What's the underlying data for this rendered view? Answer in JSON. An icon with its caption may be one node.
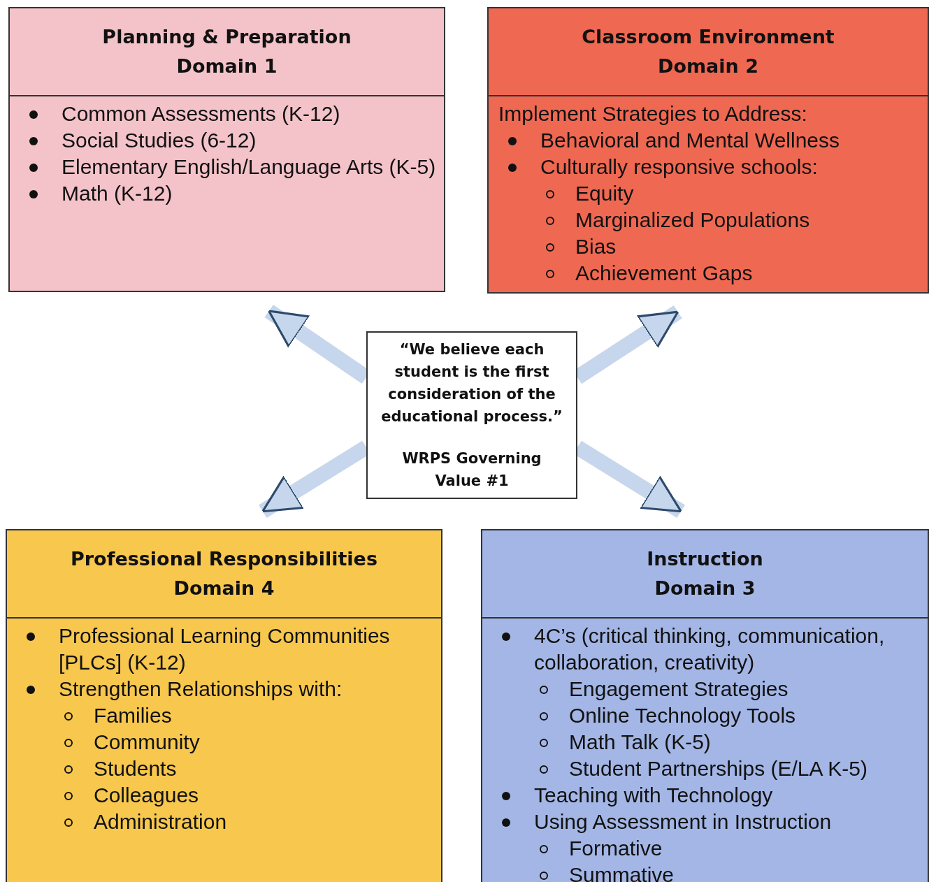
{
  "diagram": {
    "nodes": [
      {
        "text": [
          "Planning & Preparation",
          "Domain 1",
          "Common Assessments (K-12)",
          "Social Studies (6-12)",
          "Elementary English/Language Arts (K-5)",
          "Math (K-12)"
        ]
      },
      {
        "text": [
          "Classroom Environment",
          "Domain 2",
          "Implement Strategies to Address:",
          "Behavioral and Mental Wellness",
          "Culturally responsive schools:",
          "Equity",
          "Marginalized Populations",
          "Bias",
          "Achievement Gaps"
        ]
      },
      {
        "text": [
          "“We believe each student is the first consideration of the educational process.”",
          "WRPS Governing Value #1"
        ]
      },
      {
        "text": [
          "Professional Responsibilities",
          "Domain 4",
          "Professional Learning Communities [PLCs] (K-12)",
          "Strengthen Relationships with:",
          "Families",
          "Community",
          "Students",
          "Colleagues",
          "Administration"
        ]
      },
      {
        "text": [
          "Instruction",
          "Domain 3",
          "4C’s (critical thinking, communication, collaboration, creativity)",
          "Engagement Strategies",
          "Online Technology Tools",
          "Math Talk (K-5)",
          "Student Partnerships (E/LA K-5)",
          "Teaching with Technology",
          "Using Assessment in Instruction",
          "Formative",
          "Summative"
        ]
      }
    ],
    "edges": [
      {
        "from": 2,
        "to": 0,
        "arrow": "to"
      },
      {
        "from": 2,
        "to": 1,
        "arrow": "to"
      },
      {
        "from": 2,
        "to": 3,
        "arrow": "to"
      },
      {
        "from": 2,
        "to": 4,
        "arrow": "to"
      }
    ]
  }
}
